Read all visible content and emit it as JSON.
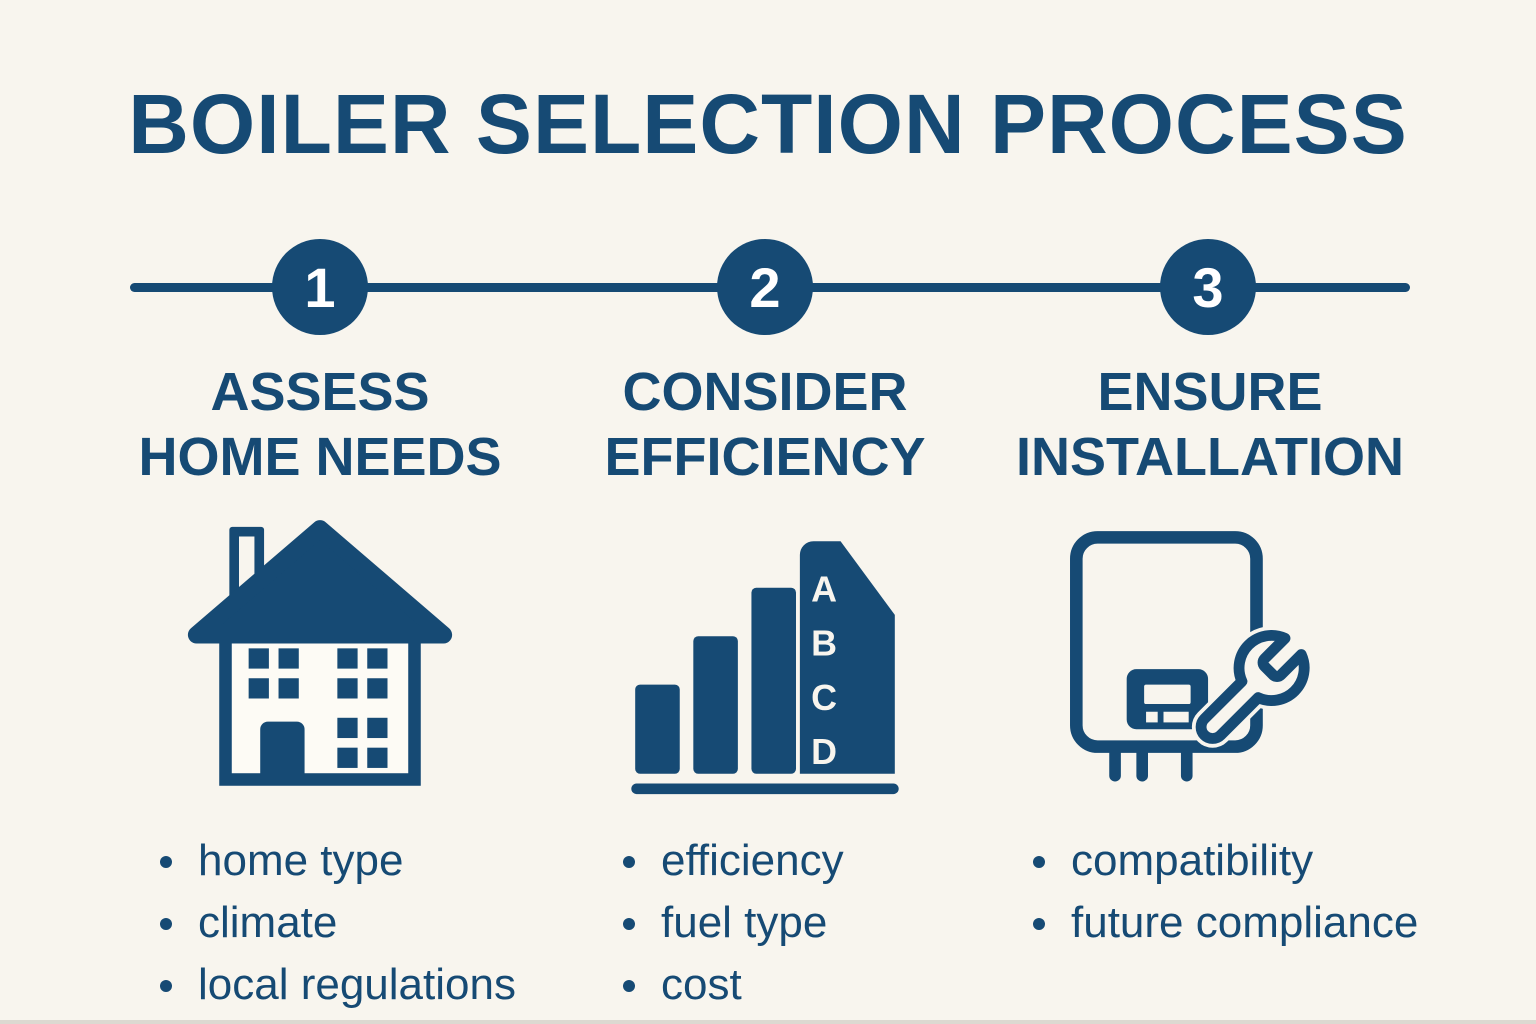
{
  "title": "BOILER SELECTION PROCESS",
  "colors": {
    "navy": "#164a74",
    "background": "#f8f5ee",
    "circle_number_text": "#ffffff"
  },
  "steps": [
    {
      "number": "1",
      "heading_line1": "ASSESS",
      "heading_line2": "HOME NEEDS",
      "icon": "house-icon",
      "bullets": [
        "home type",
        "climate",
        "local regulations"
      ]
    },
    {
      "number": "2",
      "heading_line1": "CONSIDER",
      "heading_line2": "EFFICIENCY",
      "icon": "efficiency-rating-icon",
      "efficiency_labels": [
        "A",
        "B",
        "C",
        "D"
      ],
      "bullets": [
        "efficiency",
        "fuel type",
        "cost"
      ]
    },
    {
      "number": "3",
      "heading_line1": "ENSURE",
      "heading_line2": "INSTALLATION",
      "icon": "boiler-wrench-icon",
      "bullets": [
        "compatibility",
        "future compliance"
      ]
    }
  ]
}
